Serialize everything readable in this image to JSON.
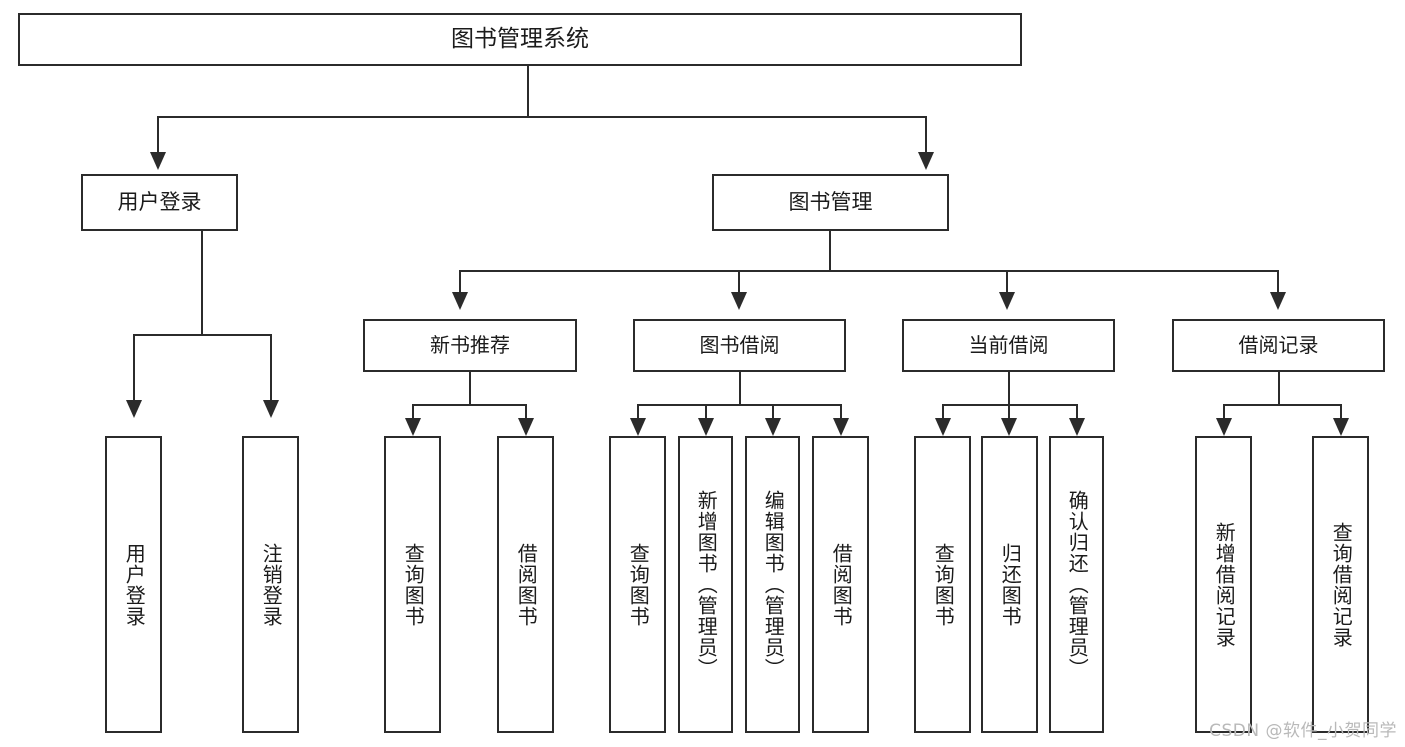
{
  "diagram": {
    "type": "tree",
    "title": "图书管理系统",
    "root": {
      "label": "图书管理系统"
    },
    "level2": [
      {
        "id": "user-login",
        "label": "用户登录"
      },
      {
        "id": "book-management",
        "label": "图书管理"
      }
    ],
    "level3": [
      {
        "id": "new-book-recommend",
        "label": "新书推荐",
        "parent": "book-management"
      },
      {
        "id": "book-borrow",
        "label": "图书借阅",
        "parent": "book-management"
      },
      {
        "id": "current-borrow",
        "label": "当前借阅",
        "parent": "book-management"
      },
      {
        "id": "borrow-record",
        "label": "借阅记录",
        "parent": "book-management"
      }
    ],
    "leaves": {
      "user_login": [
        {
          "id": "leaf-user-login",
          "label": "用户登录"
        },
        {
          "id": "leaf-logout-login",
          "label": "注销登录"
        }
      ],
      "new_book_recommend": [
        {
          "id": "leaf-query-book-1",
          "label": "查询图书"
        },
        {
          "id": "leaf-borrow-book-1",
          "label": "借阅图书"
        }
      ],
      "book_borrow": [
        {
          "id": "leaf-query-book-2",
          "label": "查询图书"
        },
        {
          "id": "leaf-add-book",
          "label": "新增图书（管理员）"
        },
        {
          "id": "leaf-edit-book",
          "label": "编辑图书（管理员）"
        },
        {
          "id": "leaf-borrow-book-2",
          "label": "借阅图书"
        }
      ],
      "current_borrow": [
        {
          "id": "leaf-query-book-3",
          "label": "查询图书"
        },
        {
          "id": "leaf-return-book",
          "label": "归还图书"
        },
        {
          "id": "leaf-confirm-return",
          "label": "确认归还（管理员）"
        }
      ],
      "borrow_record": [
        {
          "id": "leaf-add-borrow-record",
          "label": "新增借阅记录"
        },
        {
          "id": "leaf-query-borrow-record",
          "label": "查询借阅记录"
        }
      ]
    },
    "watermark": "CSDN @软件_小贺同学",
    "colors": {
      "stroke": "#2b2b2b",
      "fill": "#ffffff",
      "text": "#1b1b1b",
      "watermark": "#b9b9b9"
    }
  }
}
